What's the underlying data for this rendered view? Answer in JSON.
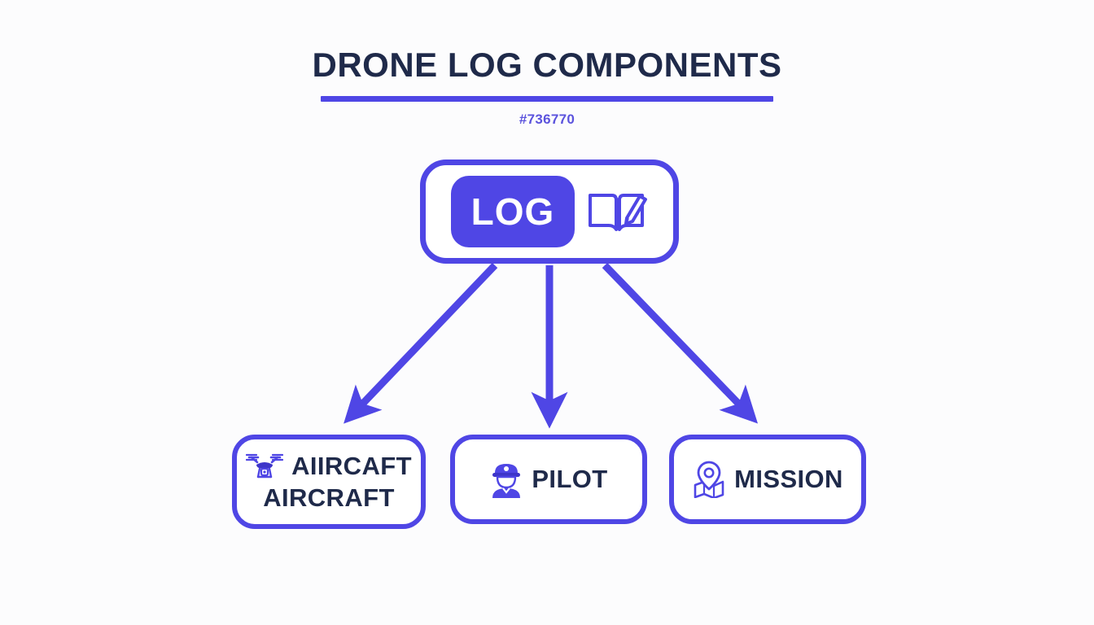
{
  "theme": {
    "background": "#fcfcfd",
    "accent": "#4f46e5",
    "accent_soft": "#5b53dd",
    "text_dark": "#1f2a4a",
    "node_fill": "#ffffff"
  },
  "header": {
    "title": "DRONE LOG COMPONENTS",
    "subtitle": "#736770"
  },
  "diagram": {
    "root": {
      "badge_label": "LOG",
      "icon": "open-book-with-pencil-icon"
    },
    "children": [
      {
        "id": "aircraft",
        "label": "AIIRCAFT",
        "label_second": "AIRCRAFT",
        "icon": "drone-quadcopter-icon"
      },
      {
        "id": "pilot",
        "label": "PILOT",
        "label_second": "",
        "icon": "pilot-person-cap-icon"
      },
      {
        "id": "mission",
        "label": "MISSION",
        "label_second": "",
        "icon": "map-location-pin-icon"
      }
    ],
    "connectors": [
      {
        "from": "log",
        "to": "aircraft",
        "style": "arrow-diagonal-left"
      },
      {
        "from": "log",
        "to": "pilot",
        "style": "arrow-vertical"
      },
      {
        "from": "log",
        "to": "mission",
        "style": "arrow-diagonal-right"
      }
    ]
  }
}
